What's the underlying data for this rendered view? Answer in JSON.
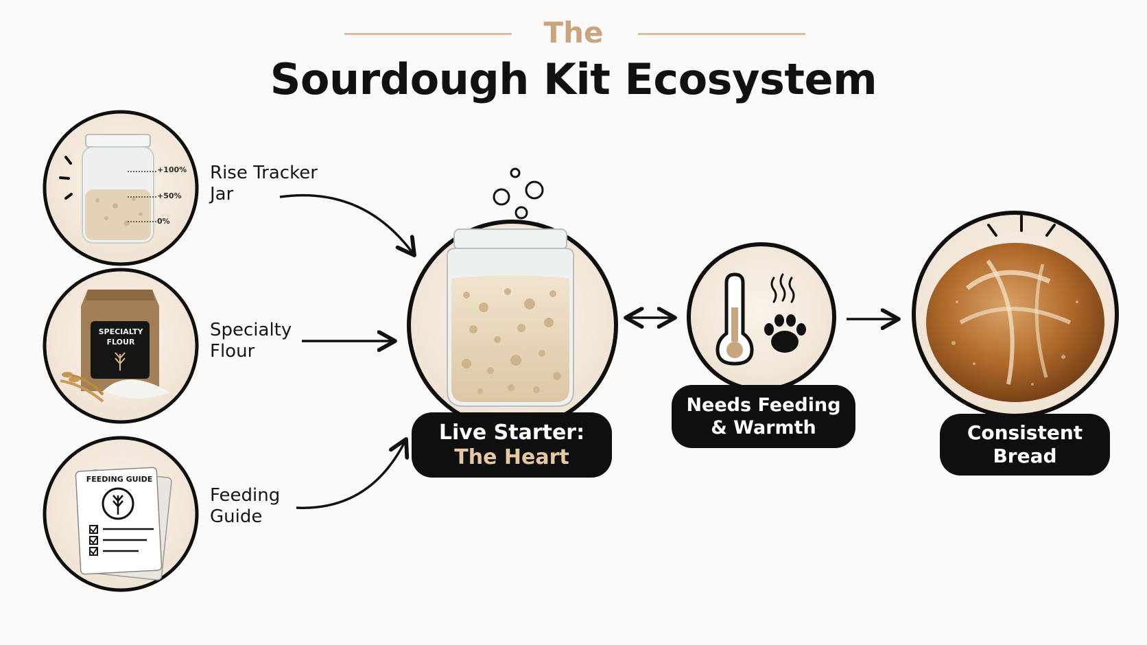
{
  "header": {
    "eyebrow": "The",
    "title": "Sourdough Kit Ecosystem"
  },
  "inputs": [
    {
      "label": "Rise Tracker\nJar",
      "icon": "rise-tracker-jar-icon",
      "marks": [
        "+100%",
        "+50%",
        "0%"
      ]
    },
    {
      "label": "Specialty\nFlour",
      "icon": "flour-bag-icon",
      "bag_text": [
        "SPECIALTY",
        "FLOUR"
      ]
    },
    {
      "label": "Feeding\nGuide",
      "icon": "feeding-guide-icon",
      "doc_title": "FEEDING GUIDE"
    }
  ],
  "center": {
    "label_line1": "Live Starter:",
    "label_line2": "The Heart",
    "icon": "starter-jar-icon"
  },
  "needs": {
    "label_line1": "Needs Feeding",
    "label_line2": "& Warmth",
    "icons": [
      "thermometer-icon",
      "paw-icon",
      "steam-icon"
    ]
  },
  "output": {
    "label_line1": "Consistent",
    "label_line2": "Bread",
    "icon": "bread-loaf-icon"
  },
  "colors": {
    "accent": "#c9a57f",
    "accent_light": "#e6c8a3",
    "dark": "#0f0f0f",
    "circle_fill": "#f3e7da",
    "background": "#fbfaf9"
  }
}
